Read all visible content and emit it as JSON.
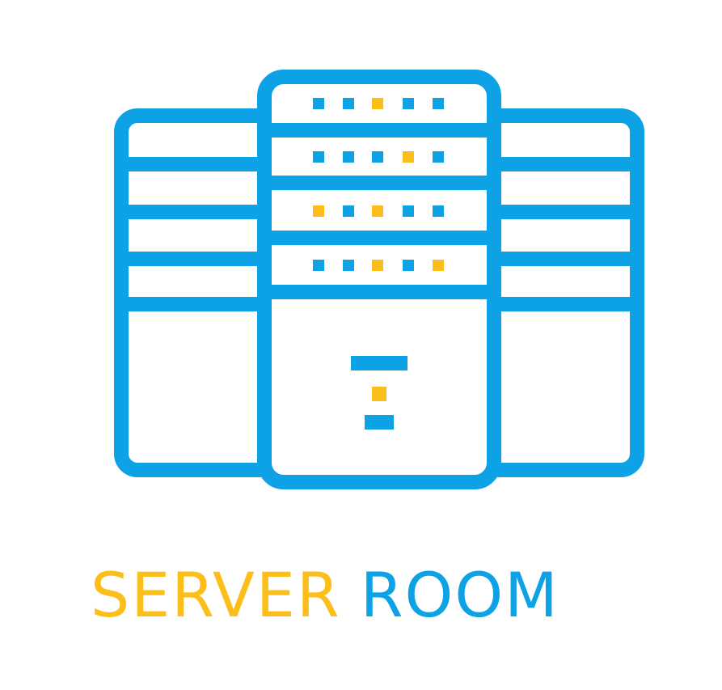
{
  "caption": {
    "word_primary": "SERVER",
    "word_secondary": "ROOM"
  },
  "colors": {
    "primary_blue": "#0ca2e5",
    "accent_yellow": "#fbbe1a",
    "background": "#ffffff"
  },
  "icons": {
    "main": "server-rack-icon"
  },
  "indicator_lights": {
    "rows": [
      [
        "blue",
        "blue",
        "yellow",
        "blue",
        "blue"
      ],
      [
        "blue",
        "blue",
        "blue",
        "yellow",
        "blue"
      ],
      [
        "yellow",
        "blue",
        "yellow",
        "blue",
        "blue"
      ],
      [
        "blue",
        "blue",
        "yellow",
        "blue",
        "yellow"
      ]
    ]
  }
}
